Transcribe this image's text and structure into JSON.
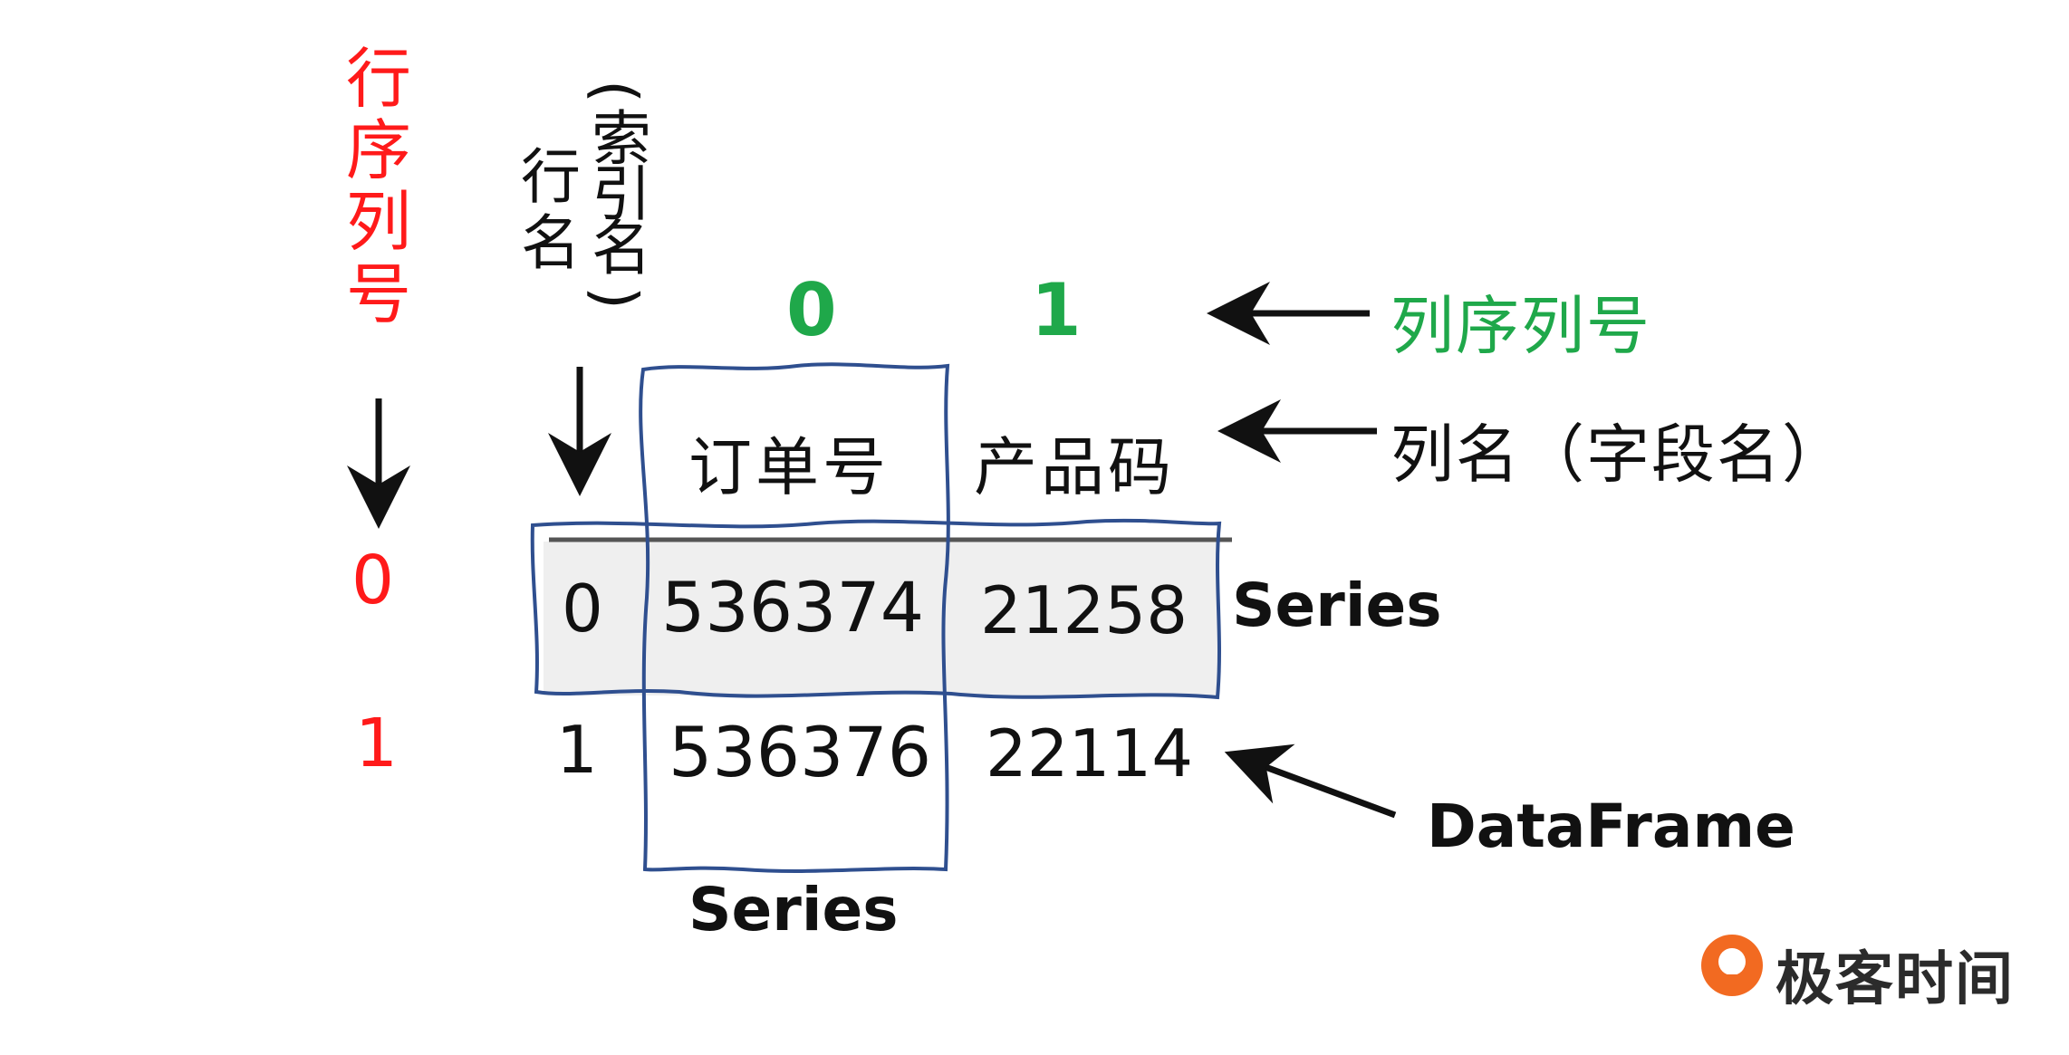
{
  "left_label": [
    "行",
    "序",
    "列",
    "号"
  ],
  "row_header": {
    "line1": [
      "行",
      "名"
    ],
    "line2": [
      "(",
      "索",
      "引",
      "名",
      ")"
    ]
  },
  "col_positions": [
    "0",
    "1"
  ],
  "col_names": [
    "订单号",
    "产品码"
  ],
  "row_positions": [
    "0",
    "1"
  ],
  "rows": [
    {
      "index": "0",
      "values": [
        "536374",
        "21258"
      ]
    },
    {
      "index": "1",
      "values": [
        "536376",
        "22114"
      ]
    }
  ],
  "annotations": {
    "col_positions_label": "列序列号",
    "col_names_label": "列名（字段名）",
    "row_series": "Series",
    "col_series": "Series",
    "dataframe": "DataFrame"
  },
  "logo": {
    "text": "极客时间"
  },
  "colors": {
    "red": "#ff1a1a",
    "green": "#1fa84a",
    "blue_outline": "#2f4f8f",
    "band": "#efefef",
    "logo_orange": "#f26a21"
  }
}
